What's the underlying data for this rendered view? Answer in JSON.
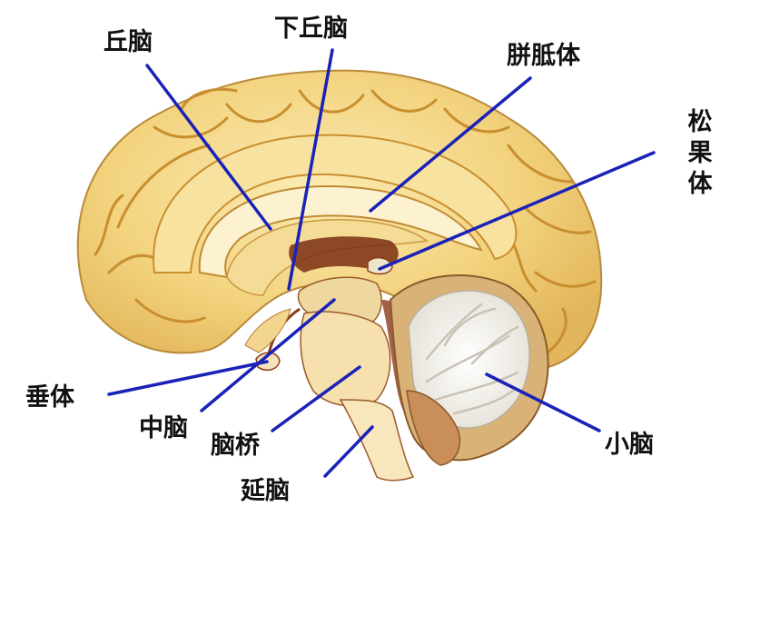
{
  "diagram": {
    "colors": {
      "cortex": "#F3D37E",
      "cortex_light": "#FBEBB4",
      "sulcus": "#C98E2E",
      "inner": "#F7E4A6",
      "brainstem": "#F5DDA8",
      "cerebellum_white": "#FFFFFF",
      "cerebellum_grey": "#CFCBC0",
      "dark_tissue": "#8B3A1A",
      "leader_line": "#1A22B8"
    },
    "labels": {
      "thalamus": "丘脑",
      "hypothalamus": "下丘脑",
      "corpus_callosum": "胼胝体",
      "pineal_body": "松果体",
      "pituitary": "垂体",
      "midbrain": "中脑",
      "pons": "脑桥",
      "medulla": "延脑",
      "cerebellum": "小脑"
    }
  }
}
